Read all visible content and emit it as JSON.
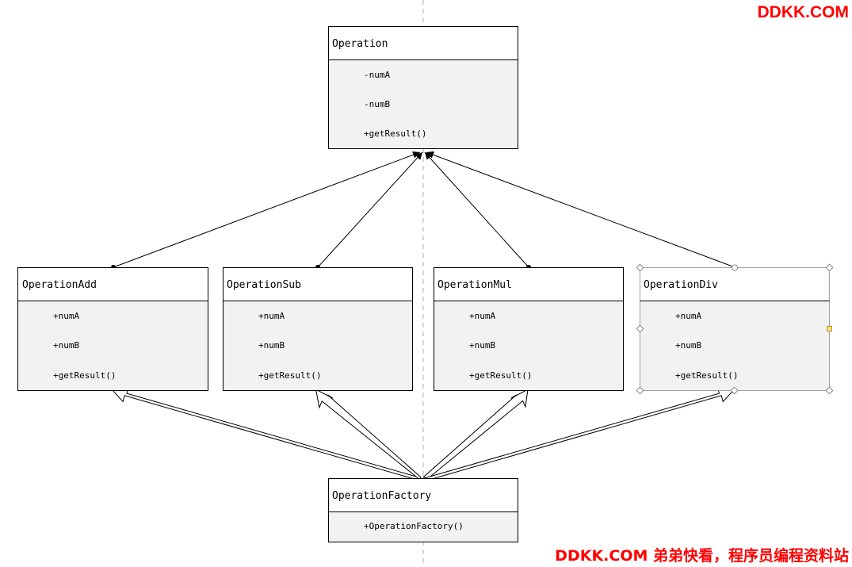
{
  "watermark": {
    "top": "DDKK.COM",
    "bottom": "DDKK.COM 弟弟快看，程序员编程资料站"
  },
  "classes": [
    {
      "id": "operation",
      "name": "Operation",
      "members": [
        "-numA",
        "-numB",
        "+getResult()"
      ]
    },
    {
      "id": "operation-add",
      "name": "OperationAdd",
      "members": [
        "+numA",
        "+numB",
        "+getResult()"
      ]
    },
    {
      "id": "operation-sub",
      "name": "OperationSub",
      "members": [
        "+numA",
        "+numB",
        "+getResult()"
      ]
    },
    {
      "id": "operation-mul",
      "name": "OperationMul",
      "members": [
        "+numA",
        "+numB",
        "+getResult()"
      ]
    },
    {
      "id": "operation-div",
      "name": "OperationDiv",
      "members": [
        "+numA",
        "+numB",
        "+getResult()"
      ],
      "selected": true
    },
    {
      "id": "operation-factory",
      "name": "OperationFactory",
      "members": [
        "+OperationFactory()"
      ]
    }
  ],
  "colors": {
    "box_border": "#000000",
    "selected_border": "#a0a0a0",
    "member_fill": "#f2f2f2",
    "header_fill": "#ffffff",
    "guide_line": "#b0b0b0",
    "watermark": "#ff0000",
    "handle_yellow": "#f5e07a"
  }
}
